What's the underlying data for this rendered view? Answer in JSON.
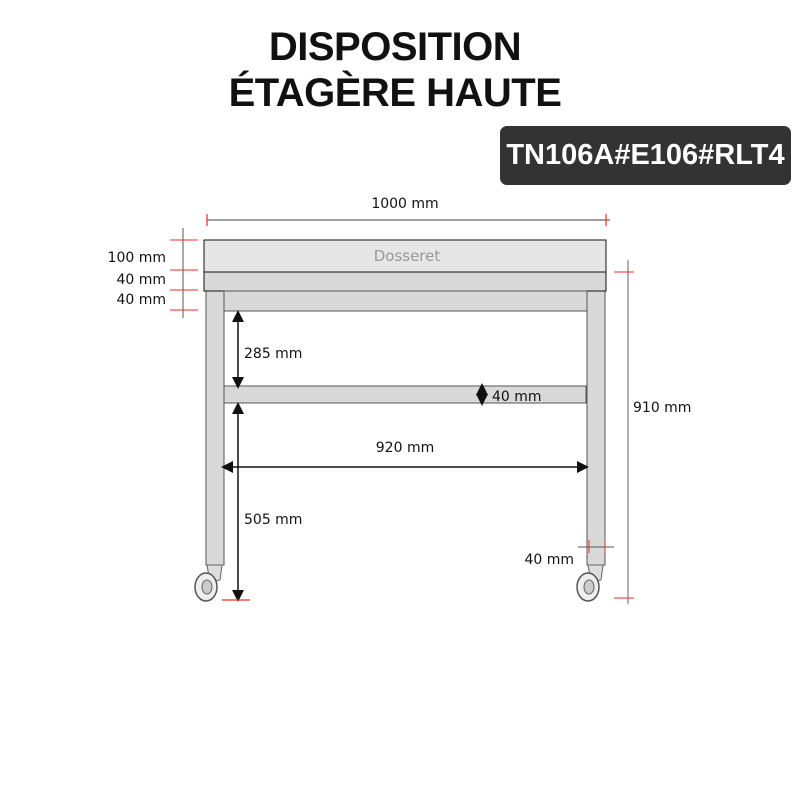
{
  "title": {
    "line1": "DISPOSITION",
    "line2": "ÉTAGÈRE HAUTE"
  },
  "reference_code": "TN106A#E106#RLT4",
  "diagram": {
    "backsplash_label": "Dosseret",
    "dimensions": {
      "total_width": "1000 mm",
      "backsplash_height": "100 mm",
      "top_thickness": "40 mm",
      "apron_height": "40 mm",
      "upper_clearance": "285 mm",
      "shelf_thickness": "40 mm",
      "inner_width": "920 mm",
      "lower_clearance": "505 mm",
      "leg_width": "40 mm",
      "total_height": "910 mm"
    }
  },
  "colors": {
    "badge_bg": "#333333",
    "tick_red": "#e53020",
    "steel": "#d9d9d9"
  }
}
